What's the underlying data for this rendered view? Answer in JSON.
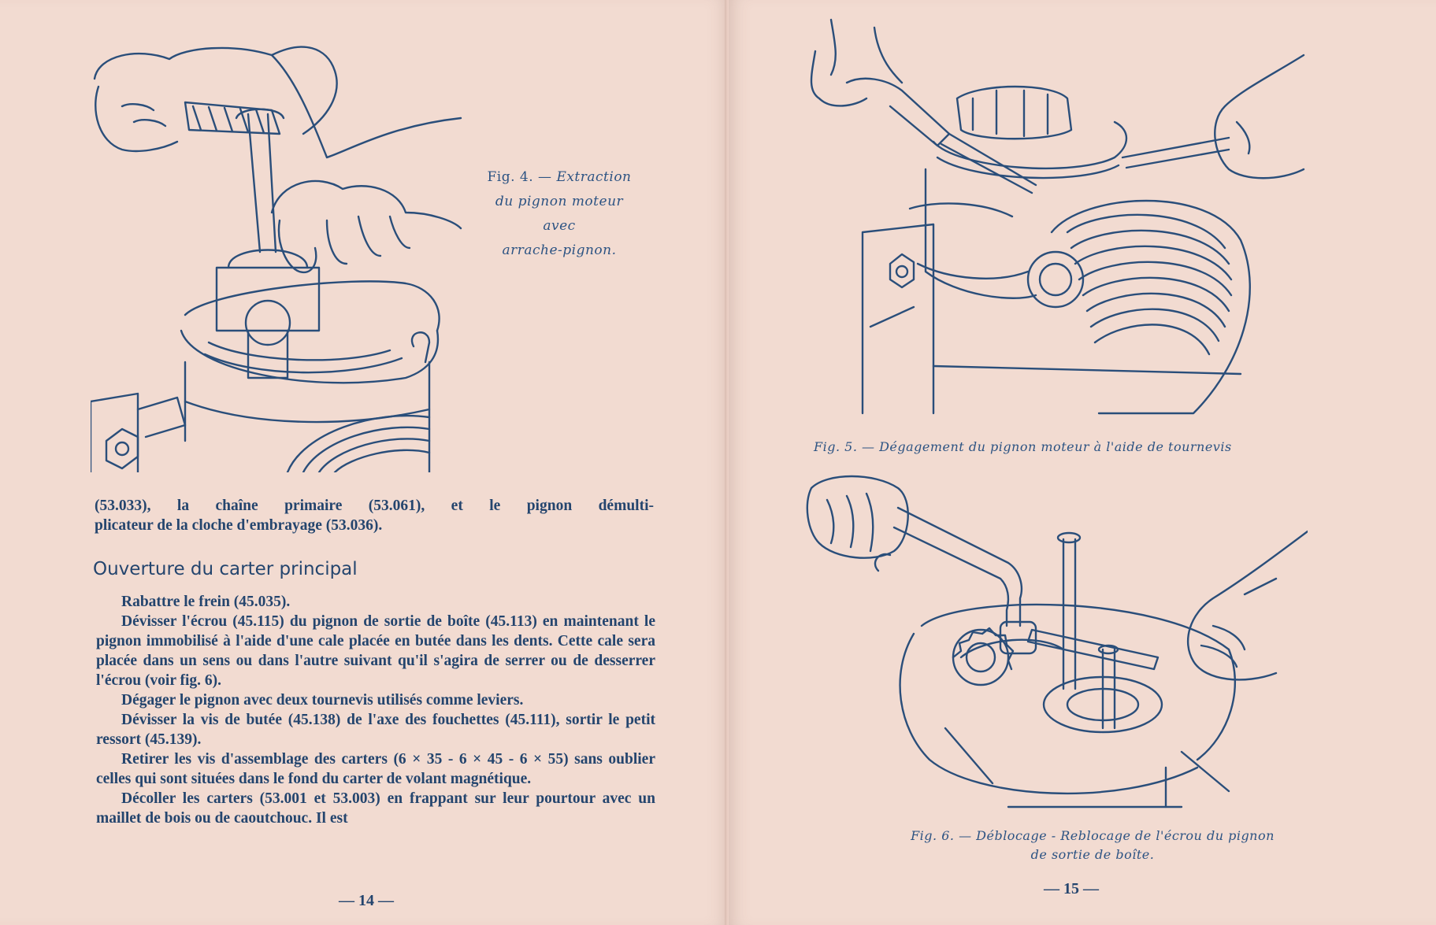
{
  "left_page": {
    "figure4": {
      "caption_label": "Fig. 4. —",
      "caption_lines": [
        "Extraction",
        "du pignon moteur",
        "avec",
        "arrache-pignon."
      ]
    },
    "text_lines": [
      "(53.033), la chaîne primaire (53.061), et le pignon démulti-",
      "plicateur de la cloche d'embrayage (53.036)."
    ],
    "heading": "Ouverture du carter principal",
    "paragraphs": [
      "Rabattre le frein (45.035).",
      "Dévisser l'écrou (45.115) du pignon de sortie de boîte (45.113) en maintenant le pignon immobilisé à l'aide d'une cale placée en butée dans les dents. Cette cale sera placée dans un sens ou dans l'autre suivant qu'il s'agira de serrer ou de desserrer l'écrou (voir fig. 6).",
      "Dégager le pignon avec deux tournevis utilisés comme leviers.",
      "Dévisser la vis de butée (45.138) de l'axe des fouchettes (45.111), sortir le petit ressort (45.139).",
      "Retirer les vis d'assemblage des carters (6 × 35 - 6 × 45 - 6 × 55) sans oublier celles qui sont situées dans le fond du carter de volant magnétique.",
      "Décoller les carters (53.001 et 53.003) en frappant sur leur pourtour avec un maillet de bois ou de caoutchouc. Il est"
    ],
    "folio": "— 14 —"
  },
  "right_page": {
    "figure5": {
      "caption": "Fig. 5. — Dégagement du pignon moteur à l'aide de tournevis"
    },
    "figure6": {
      "caption_line1": "Fig. 6. — Déblocage - Reblocage de l'écrou du pignon",
      "caption_line2": "de sortie de boîte."
    },
    "folio": "— 15 —"
  },
  "colors": {
    "paper": "#f2dbd1",
    "ink": "#24456e"
  }
}
